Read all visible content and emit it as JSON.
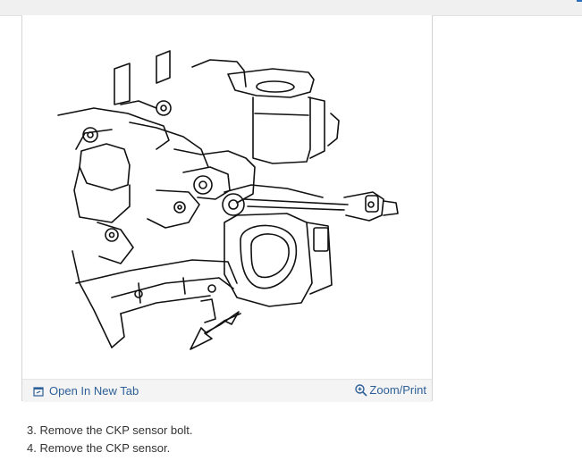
{
  "card": {
    "open_tab_label": "Open In New Tab",
    "zoom_label": "Zoom/Print",
    "open_tab_icon": "open-in-new-tab-icon",
    "zoom_icon": "zoom-in-icon"
  },
  "steps": [
    "3. Remove the CKP sensor bolt.",
    "4. Remove the CKP sensor."
  ],
  "colors": {
    "link": "#2d5f98",
    "footer_bg": "#f4f4f4",
    "border": "#d4d4d4"
  }
}
